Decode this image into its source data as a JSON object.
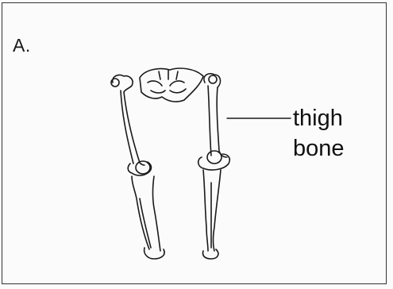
{
  "figure": {
    "panel_label": "A.",
    "callout": {
      "line1": "thigh",
      "line2": "bone"
    }
  },
  "style": {
    "ink": "#1a1a1a",
    "background": "#fbfbfb"
  }
}
